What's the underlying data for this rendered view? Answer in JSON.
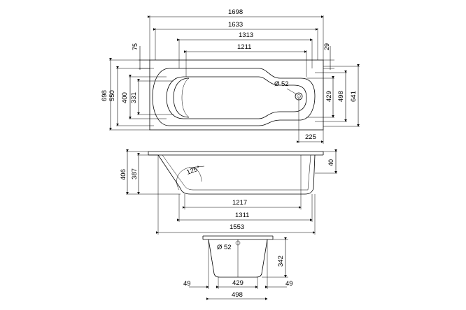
{
  "diagram": {
    "top_view": {
      "width_overall": "1698",
      "width_1633": "1633",
      "width_1313": "1313",
      "width_1211": "1211",
      "depth_698": "698",
      "depth_550": "550",
      "depth_400": "400",
      "depth_331": "331",
      "offset_75": "75",
      "offset_29": "29",
      "depth_429": "429",
      "depth_498": "498",
      "depth_641": "641",
      "drain_dia": "Ø 52",
      "drain_offset": "225"
    },
    "side_view": {
      "height_406": "406",
      "height_387": "387",
      "rim_40": "40",
      "angle": "125°",
      "bottom_1217": "1217",
      "bottom_1311": "1311",
      "length_1553": "1553"
    },
    "end_view": {
      "drain_dia": "Ø 52",
      "height_342": "342",
      "left_49": "49",
      "bottom_429": "429",
      "right_49": "49",
      "width_498": "498"
    }
  }
}
